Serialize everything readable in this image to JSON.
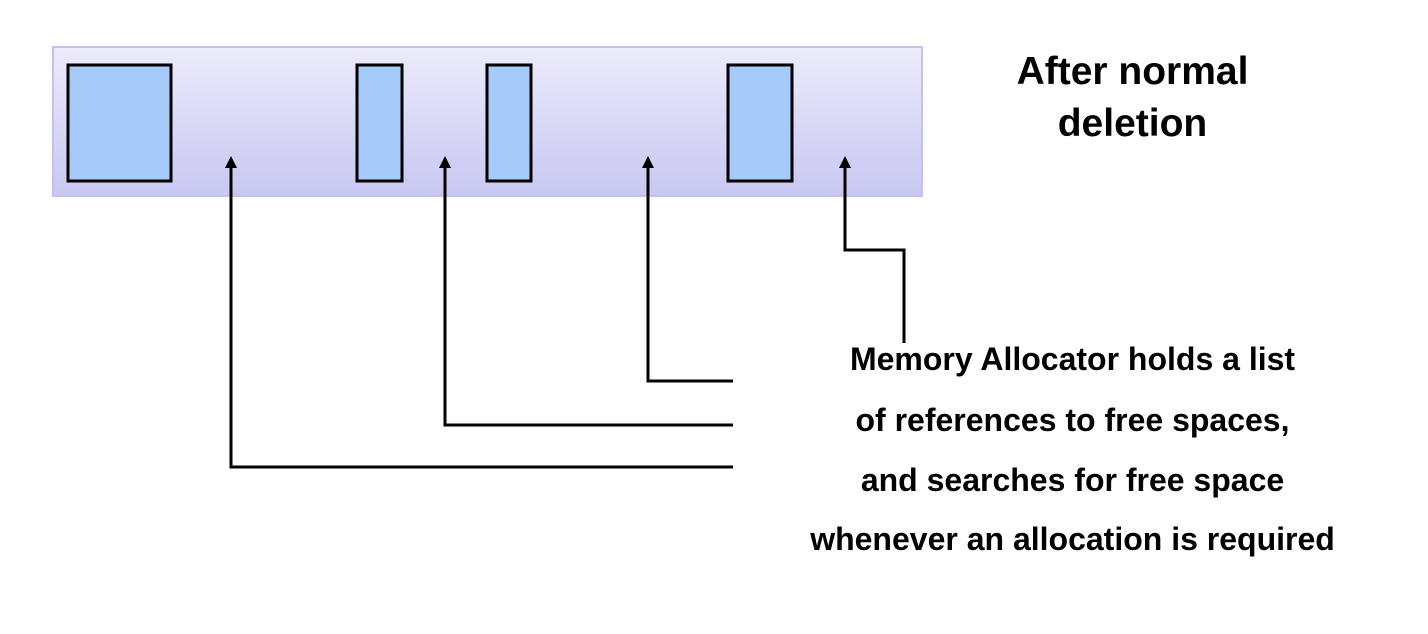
{
  "title": {
    "lines": [
      "After normal",
      "deletion"
    ]
  },
  "caption": {
    "lines": [
      "Memory Allocator holds a list",
      "of references to free spaces,",
      "and searches for free space",
      "whenever an allocation is required"
    ]
  },
  "colors": {
    "heap_gradient_top": "#ecebfb",
    "heap_gradient_bottom": "#c8c7f1",
    "heap_border": "#c3c2ef",
    "block_fill": "#a6cbfb",
    "block_border": "#000000",
    "arrow": "#000000",
    "text": "#000000"
  },
  "heap": {
    "allocated_block_count": 4,
    "free_space_count": 4
  }
}
